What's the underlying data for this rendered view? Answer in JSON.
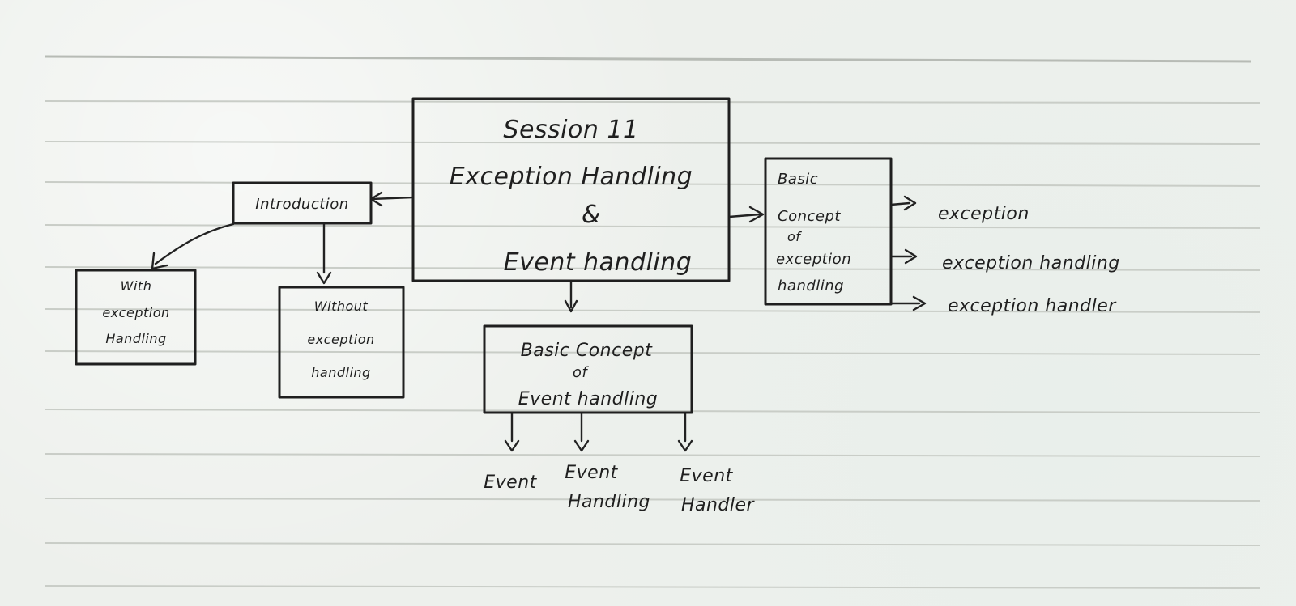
{
  "diagram": {
    "central": {
      "lines": [
        "Session 11",
        "Exception Handling",
        "&",
        "Event handling"
      ]
    },
    "introduction": {
      "label": "Introduction"
    },
    "introduction_children": [
      {
        "lines": [
          "With",
          "exception",
          "Handling"
        ]
      },
      {
        "lines": [
          "Without",
          "exception",
          "handling"
        ]
      }
    ],
    "exception_concept": {
      "lines": [
        "Basic",
        "Concept",
        "of",
        "exception",
        "handling"
      ],
      "children": [
        "exception",
        "exception handling",
        "exception handler"
      ]
    },
    "event_concept": {
      "lines": [
        "Basic Concept",
        "of",
        "Event handling"
      ],
      "children": [
        {
          "lines": [
            "Event"
          ]
        },
        {
          "lines": [
            "Event",
            "Handling"
          ]
        },
        {
          "lines": [
            "Event",
            "Handler"
          ]
        }
      ]
    }
  }
}
